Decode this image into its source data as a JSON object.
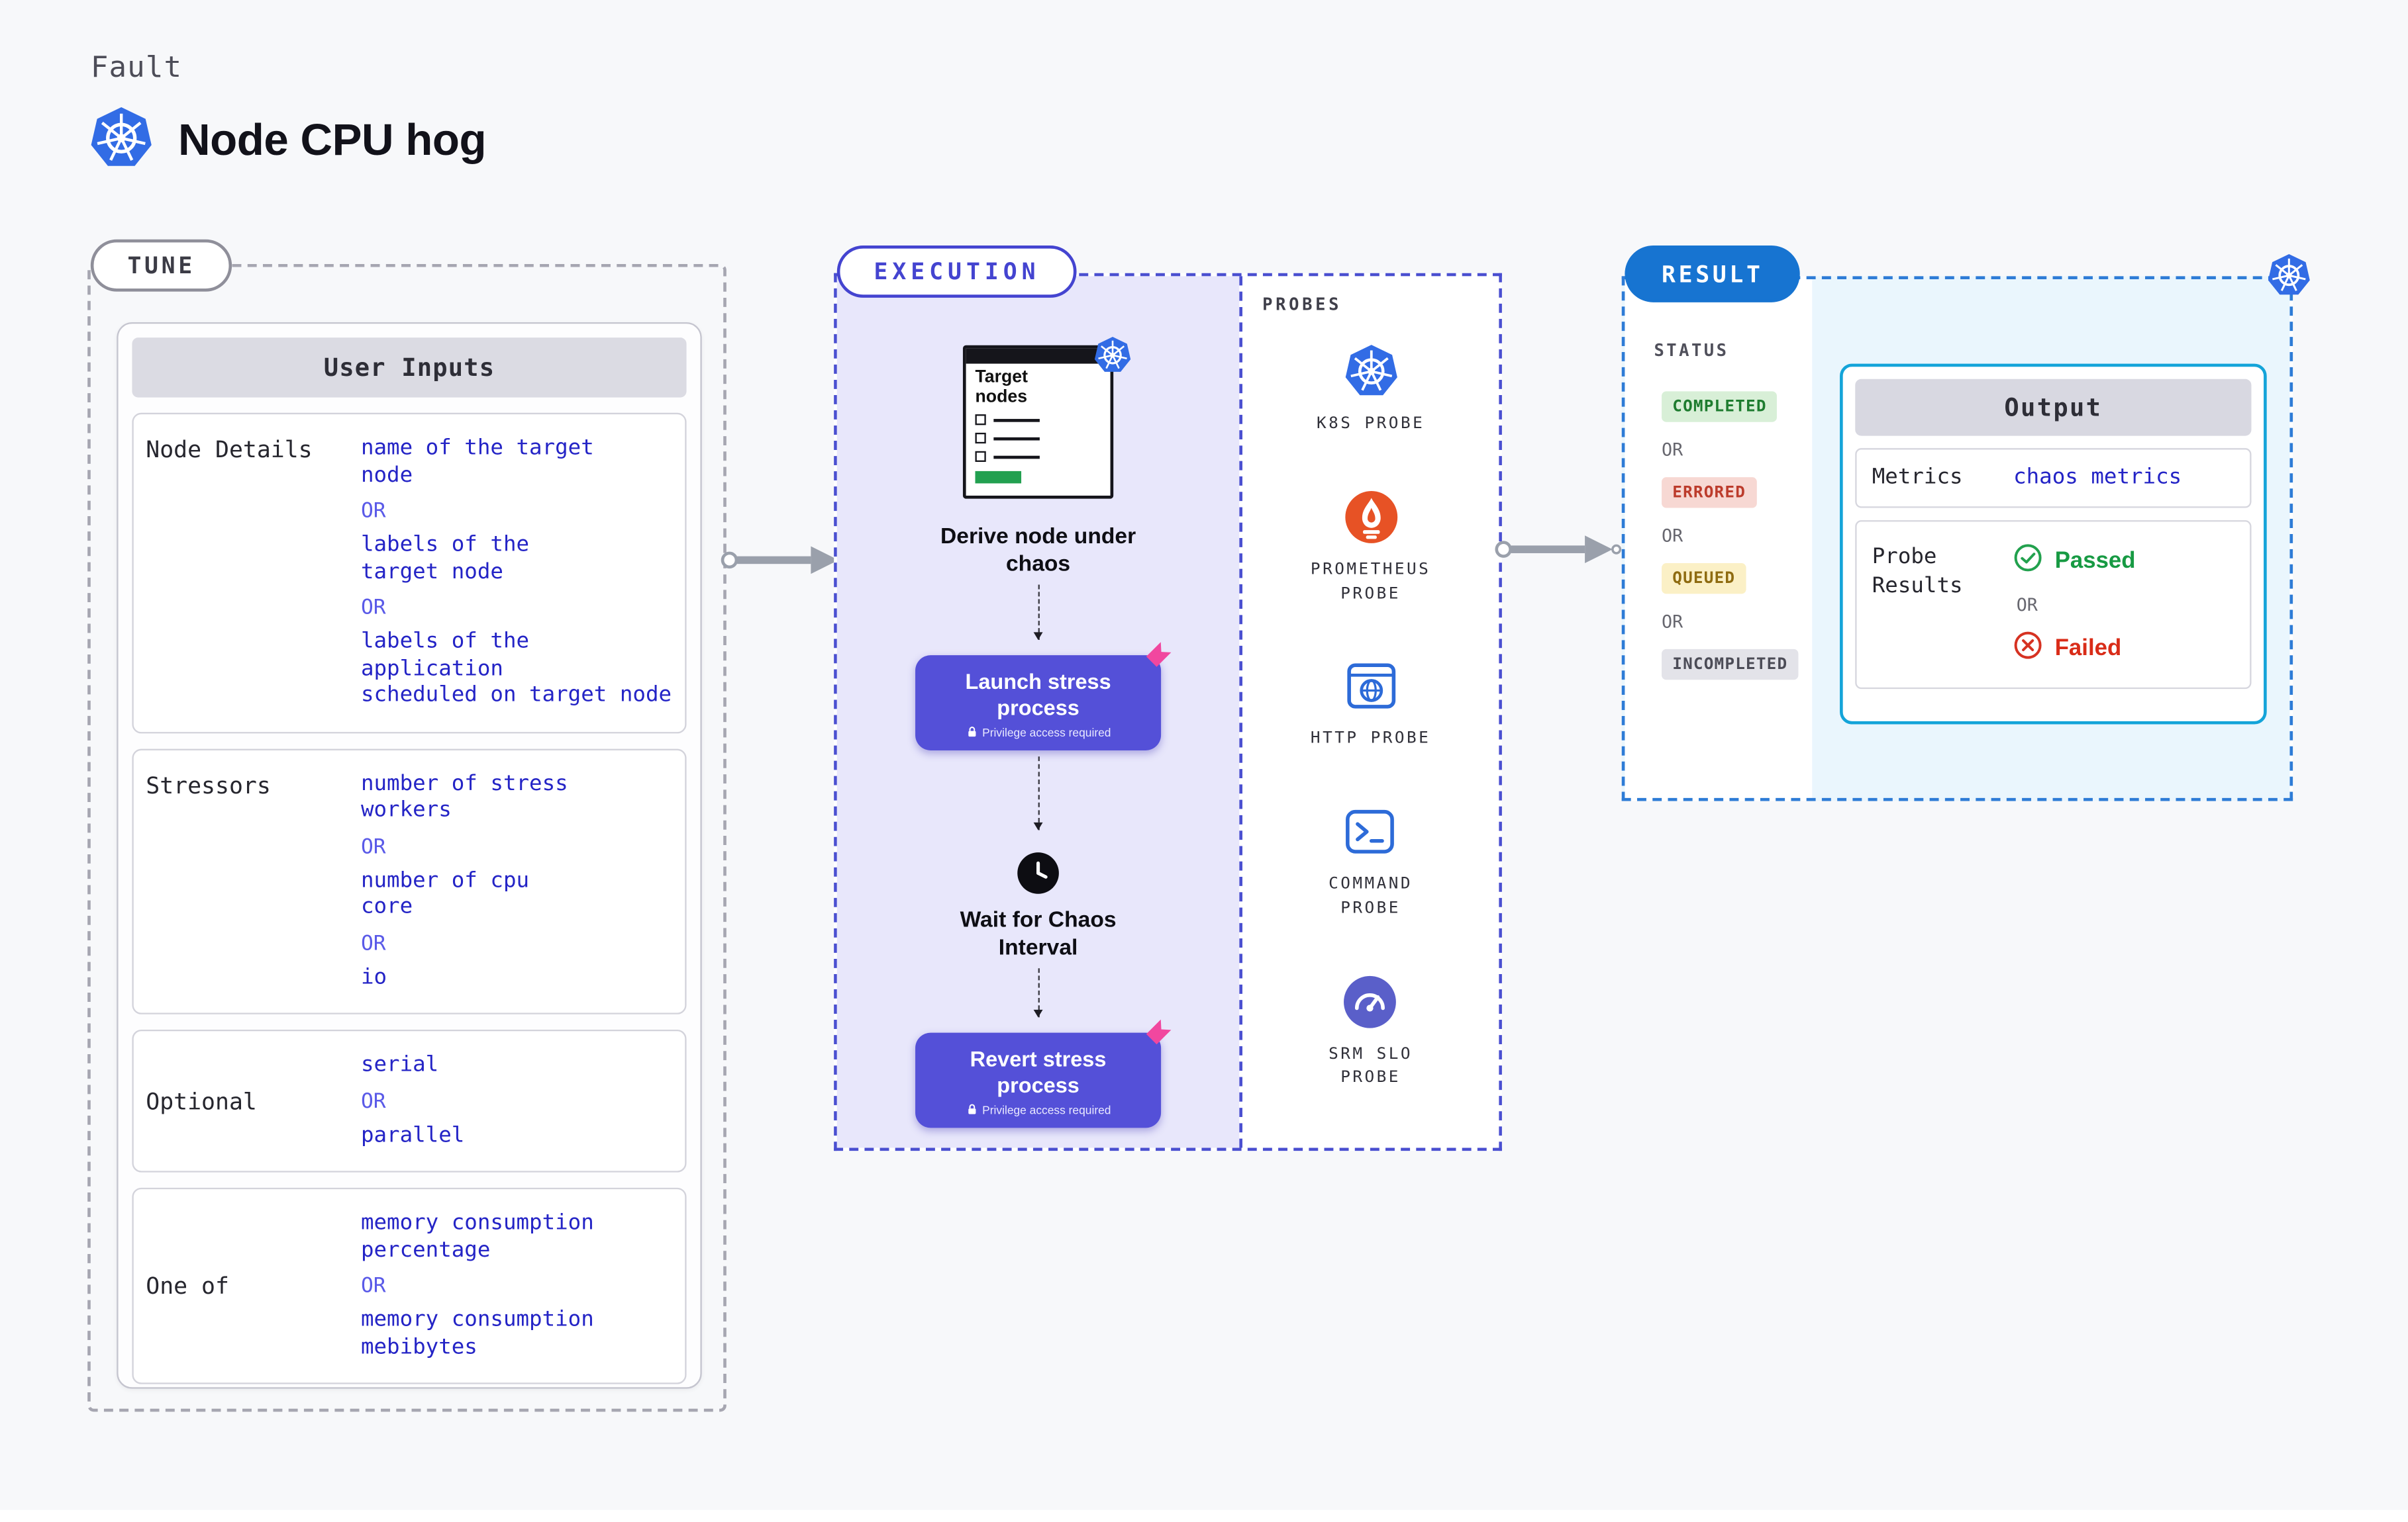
{
  "header": {
    "kicker": "Fault",
    "title": "Node CPU hog"
  },
  "tune": {
    "pill": "TUNE",
    "card_title": "User Inputs",
    "rows": [
      {
        "label": "Node Details",
        "lines": [
          {
            "type": "value",
            "text": "name of the target\nnode"
          },
          {
            "type": "or",
            "text": "OR"
          },
          {
            "type": "value",
            "text": "labels of the\ntarget node"
          },
          {
            "type": "or",
            "text": "OR"
          },
          {
            "type": "value",
            "text": "labels of the application\n scheduled on target node"
          }
        ]
      },
      {
        "label": "Stressors",
        "lines": [
          {
            "type": "value",
            "text": "number of stress\nworkers"
          },
          {
            "type": "or",
            "text": "OR"
          },
          {
            "type": "value",
            "text": "number of cpu\ncore"
          },
          {
            "type": "or",
            "text": "OR"
          },
          {
            "type": "value",
            "text": "io"
          }
        ]
      },
      {
        "label": "Optional",
        "lines": [
          {
            "type": "value",
            "text": "serial"
          },
          {
            "type": "or",
            "text": "OR"
          },
          {
            "type": "value",
            "text": "parallel"
          }
        ]
      },
      {
        "label": "One of",
        "lines": [
          {
            "type": "value",
            "text": "memory consumption\npercentage"
          },
          {
            "type": "or",
            "text": "OR"
          },
          {
            "type": "value",
            "text": "memory consumption\nmebibytes"
          }
        ]
      }
    ]
  },
  "execution": {
    "pill": "EXECUTION",
    "target_card_title": "Target nodes",
    "steps": {
      "derive": "Derive node under chaos",
      "launch": "Launch stress process",
      "launch_note": "Privilege access required",
      "wait": "Wait for Chaos Interval",
      "revert": "Revert stress process",
      "revert_note": "Privilege access required"
    },
    "probes_title": "PROBES",
    "probes": [
      {
        "label": "K8S PROBE",
        "icon": "kubernetes"
      },
      {
        "label": "PROMETHEUS\nPROBE",
        "icon": "prometheus"
      },
      {
        "label": "HTTP PROBE",
        "icon": "globe-browser"
      },
      {
        "label": "COMMAND\nPROBE",
        "icon": "terminal"
      },
      {
        "label": "SRM SLO\nPROBE",
        "icon": "gauge"
      }
    ]
  },
  "result": {
    "pill": "RESULT",
    "status_title": "STATUS",
    "or_label": "OR",
    "statuses": [
      {
        "label": "COMPLETED",
        "kind": "completed"
      },
      {
        "label": "ERRORED",
        "kind": "errored"
      },
      {
        "label": "QUEUED",
        "kind": "queued"
      },
      {
        "label": "INCOMPLETED",
        "kind": "incompleted"
      }
    ],
    "output": {
      "title": "Output",
      "metrics_label": "Metrics",
      "metrics_value": "chaos metrics",
      "probe_results_label": "Probe Results",
      "passed": "Passed",
      "failed": "Failed"
    }
  },
  "colors": {
    "accent_indigo": "#5450d8",
    "kubernetes_blue": "#326ce5",
    "result_blue": "#1774d1",
    "output_border": "#14a4d9",
    "value_text": "#2424c6",
    "pink_flag": "#f1479f",
    "prometheus_orange": "#e75225",
    "status_completed": "#1e7c2f",
    "status_errored": "#bc3b2b",
    "status_queued": "#8e6b10",
    "status_incompleted": "#4c4c57",
    "passed_green": "#179a43",
    "failed_red": "#d92c18"
  }
}
